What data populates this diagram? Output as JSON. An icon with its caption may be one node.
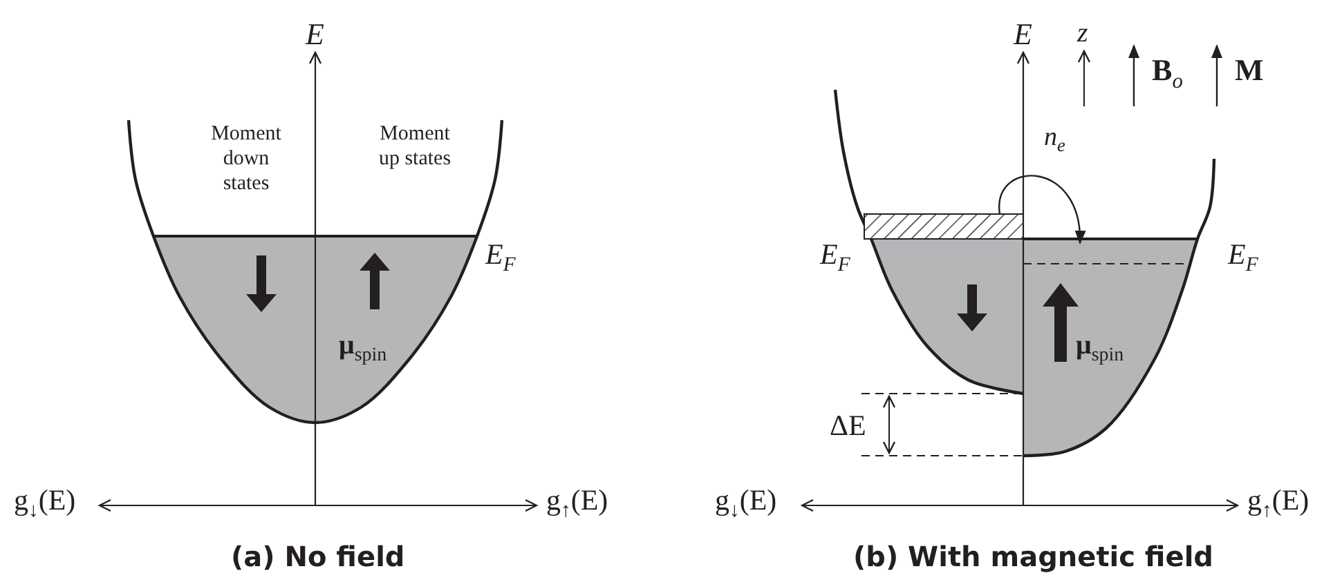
{
  "diagram": {
    "nodes": [
      {
        "text": [],
        "shape": "bar"
      },
      {
        "text": [],
        "shape": "box"
      },
      {
        "text": [],
        "shape": "box"
      }
    ],
    "edges": [
      {
        "from": 0,
        "to": 2,
        "arrow": "to",
        "label": "n$_{e}$"
      }
    ],
    "labels": [
      "E",
      "Moment down states",
      "Moment up states",
      "E$_{F}$",
      "**μ**$_{spin}$",
      "g$_{↓}$(E)",
      "g$_{↑}$(E)",
      "(a) No field",
      "E",
      "z",
      "**B**$_{o}$",
      "M",
      "E$_{F}$",
      "E$_{F}$",
      "ΔE",
      "**μ**$_{spin}$",
      "g$_{↓}$(E)",
      "g$_{↑}$(E)",
      "(b) With magnetic field"
    ]
  }
}
